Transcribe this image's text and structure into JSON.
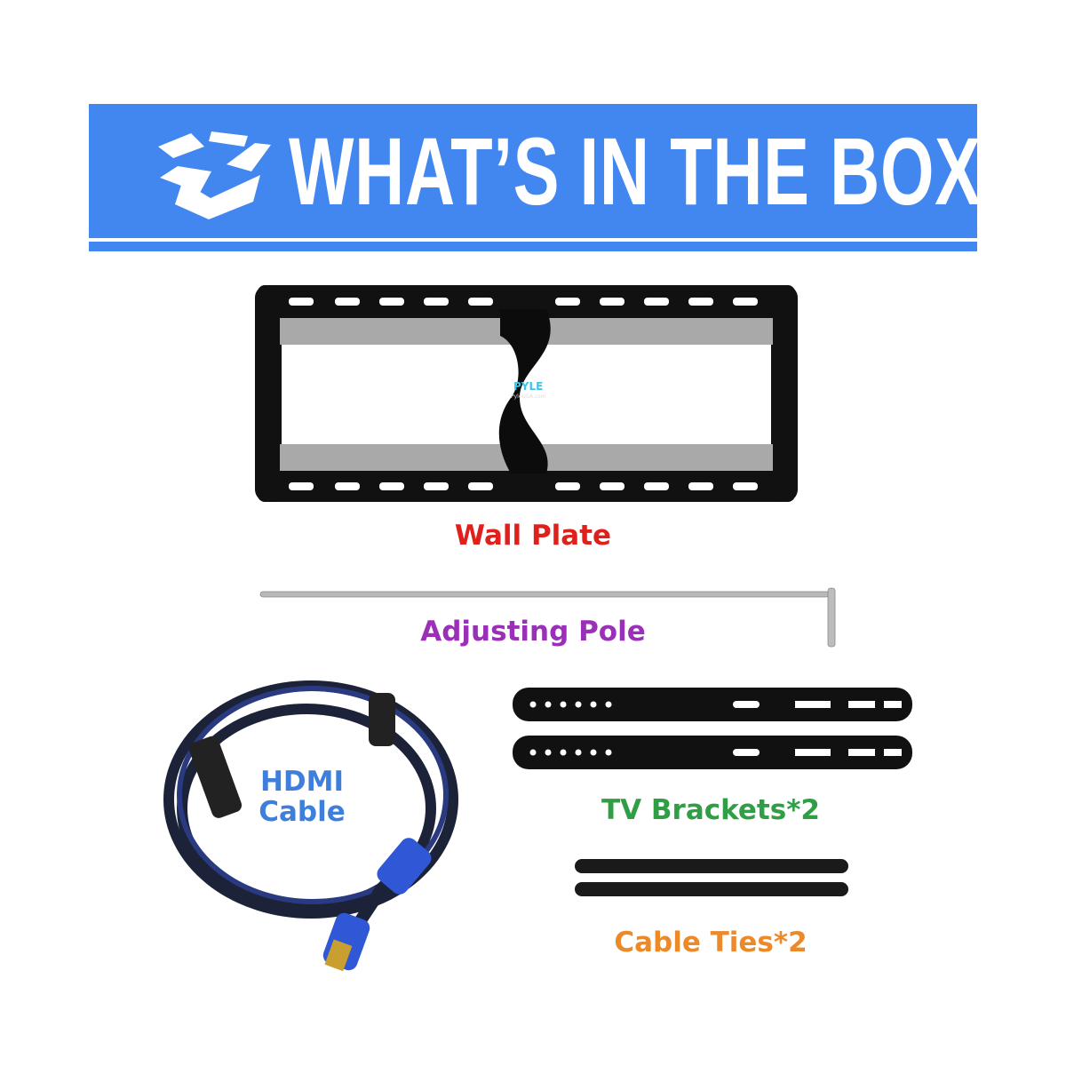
{
  "header": {
    "title": "WHAT’S IN THE BOX",
    "icon": "open-box-icon"
  },
  "items": [
    {
      "label": "Wall Plate",
      "color": "#e0201b",
      "logo_text": "PYLE",
      "logo_sub": "PyleUSA.com"
    },
    {
      "label": "Adjusting Pole",
      "color": "#9b30b8"
    },
    {
      "label_line1": "HDMI",
      "label_line2": "Cable",
      "color": "#3f7fdc"
    },
    {
      "label": "TV Brackets*2",
      "color": "#2f9e45"
    },
    {
      "label": "Cable Ties*2",
      "color": "#ec8a2a"
    }
  ],
  "colors": {
    "banner": "#4287f0"
  }
}
